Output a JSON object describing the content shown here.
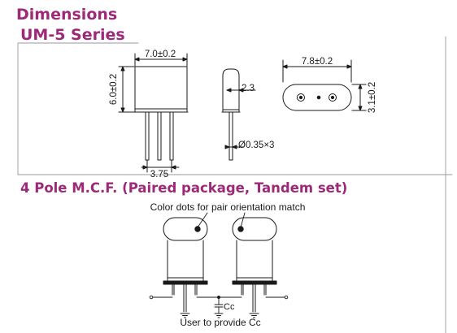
{
  "headings": {
    "section": "Dimensions",
    "series": "UM-5 Series",
    "mcf": "4 Pole M.C.F. (Paired package, Tandem set)"
  },
  "colors": {
    "heading": "#9c2a78",
    "line": "#1a1a1a",
    "divider": "#9a9a9a"
  },
  "um5": {
    "width": "7.0±0.2",
    "height": "6.0±0.2",
    "pin_pitch": "3.75",
    "side_width": "2.3",
    "pin_diameter": "Ø0.35×3",
    "base_width": "7.8±0.2",
    "base_depth": "3.1±0.2"
  },
  "mcf": {
    "color_dots_note": "Color dots for pair orientation match",
    "capacitor": "Cc",
    "user_note": "User to provide Cc"
  }
}
